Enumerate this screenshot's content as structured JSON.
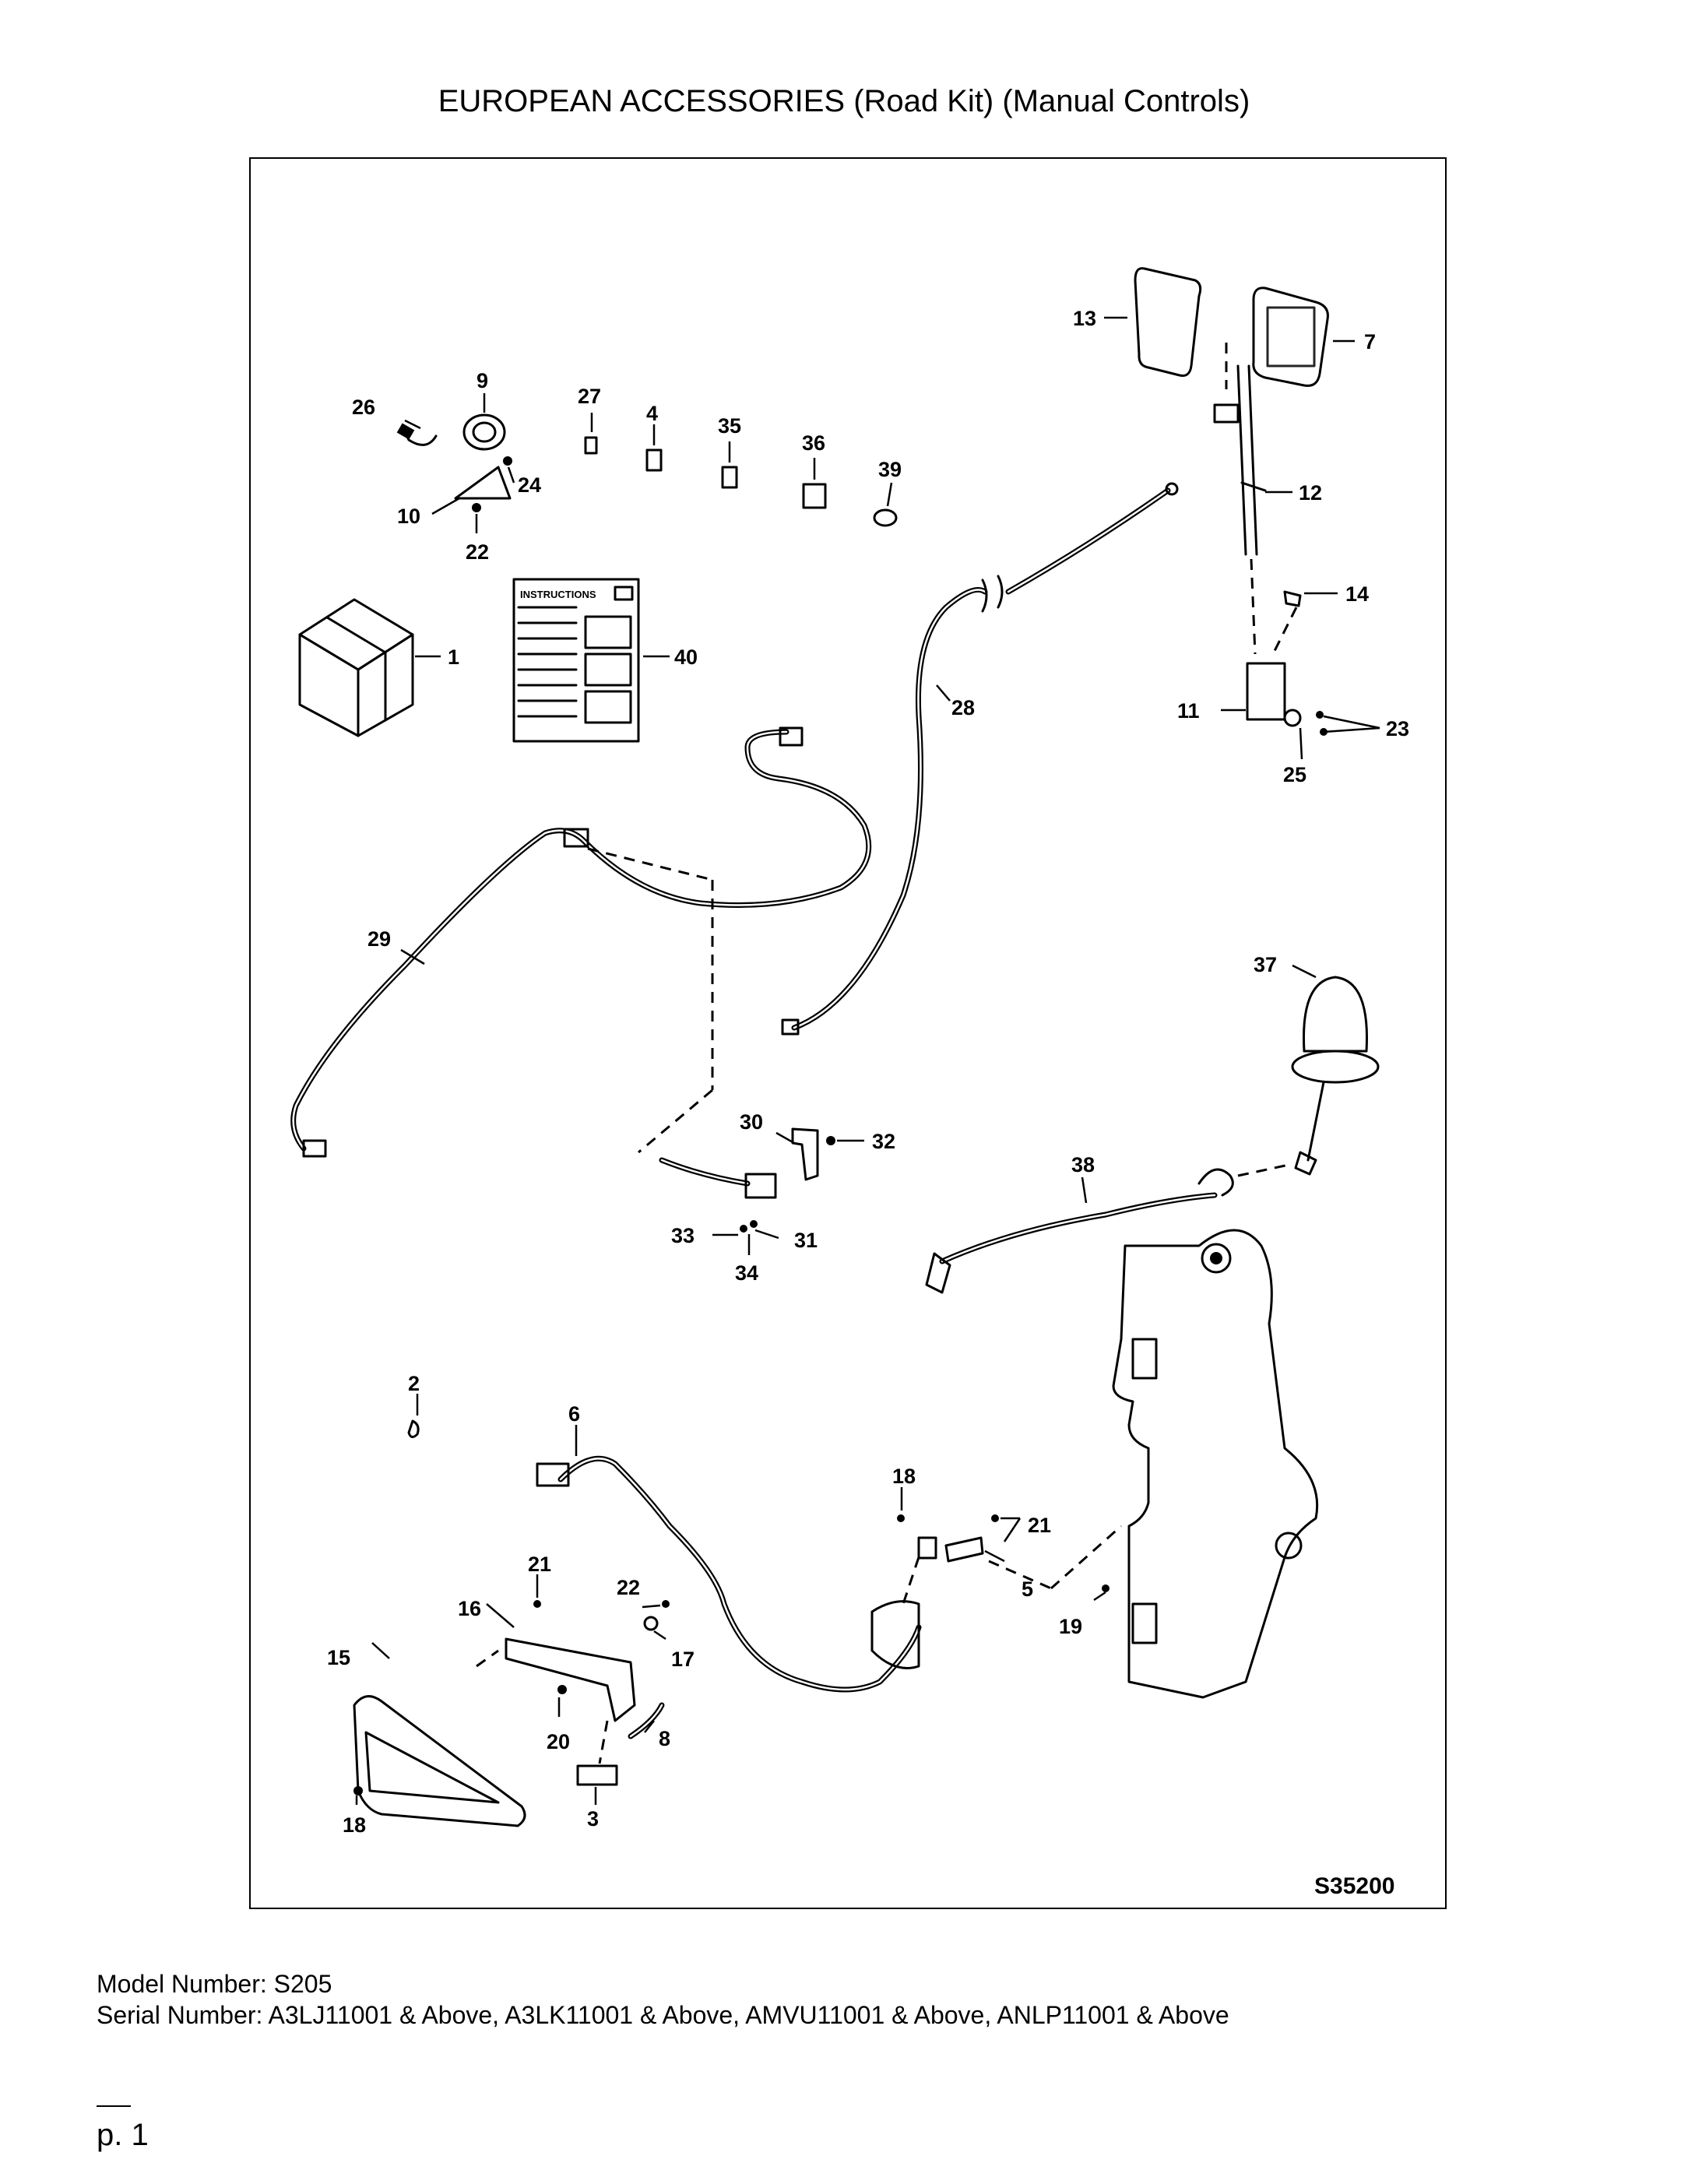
{
  "title": "EUROPEAN ACCESSORIES (Road Kit) (Manual Controls)",
  "diagram": {
    "figure_code": "S35200",
    "instructions_label": "INSTRUCTIONS",
    "callouts": {
      "c1": "1",
      "c2": "2",
      "c3": "3",
      "c4": "4",
      "c5": "5",
      "c6": "6",
      "c7": "7",
      "c8": "8",
      "c9": "9",
      "c10": "10",
      "c11": "11",
      "c12": "12",
      "c13": "13",
      "c14": "14",
      "c15": "15",
      "c16": "16",
      "c17": "17",
      "c18a": "18",
      "c18b": "18",
      "c19": "19",
      "c20": "20",
      "c21a": "21",
      "c21b": "21",
      "c22a": "22",
      "c22b": "22",
      "c23": "23",
      "c24": "24",
      "c25": "25",
      "c26": "26",
      "c27": "27",
      "c28": "28",
      "c29": "29",
      "c30": "30",
      "c31": "31",
      "c32": "32",
      "c33": "33",
      "c34": "34",
      "c35": "35",
      "c36": "36",
      "c37": "37",
      "c38": "38",
      "c39": "39",
      "c40": "40"
    }
  },
  "model_number": "Model Number: S205",
  "serial_number": "Serial Number: A3LJ11001 & Above, A3LK11001 & Above, AMVU11001 & Above, ANLP11001 & Above",
  "page_number": "p. 1"
}
